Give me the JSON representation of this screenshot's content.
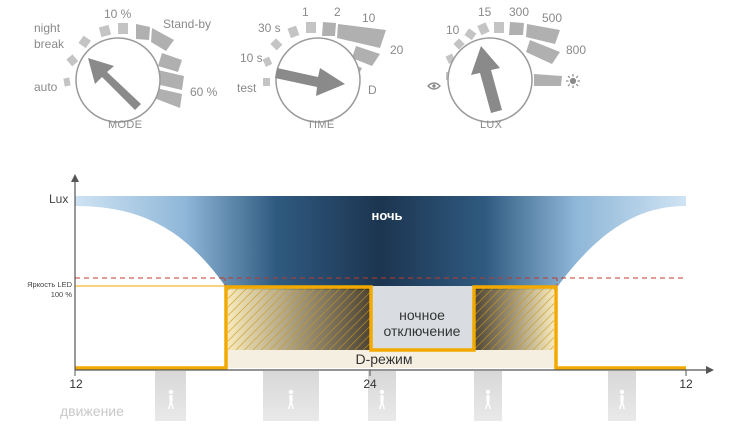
{
  "dials": {
    "mode": {
      "name": "MODE",
      "labels": {
        "night": "night",
        "break": "break",
        "auto": "auto",
        "p10": "10 %",
        "standby": "Stand-by",
        "p60": "60 %"
      }
    },
    "time": {
      "name": "TIME",
      "labels": {
        "s30": "30 s",
        "s10": "10 s",
        "test": "test",
        "m1": "1",
        "m2": "2",
        "m10": "10",
        "m20": "20",
        "d": "D"
      }
    },
    "lux": {
      "name": "LUX",
      "labels": {
        "v10": "10",
        "v15": "15",
        "v300": "300",
        "v500": "500",
        "v800": "800"
      },
      "icons": [
        "moon-icon",
        "eye-icon",
        "sun-icon"
      ]
    }
  },
  "diagram": {
    "y_axis_label": "Lux",
    "led_label_line1": "Яркость LED",
    "led_label_line2": "100 %",
    "night_label": "ночь",
    "night_off_line1": "ночное",
    "night_off_line2": "отключение",
    "d_mode_label": "D-режим",
    "x_ticks": [
      "12",
      "24",
      "12"
    ],
    "motion_label": "движение",
    "colors": {
      "night_dark": "#1e3650",
      "night_light": "#c8dff0",
      "led_orange": "#f2a900",
      "grey": "#8a8a8a",
      "threshold_red": "#c0392b"
    }
  }
}
